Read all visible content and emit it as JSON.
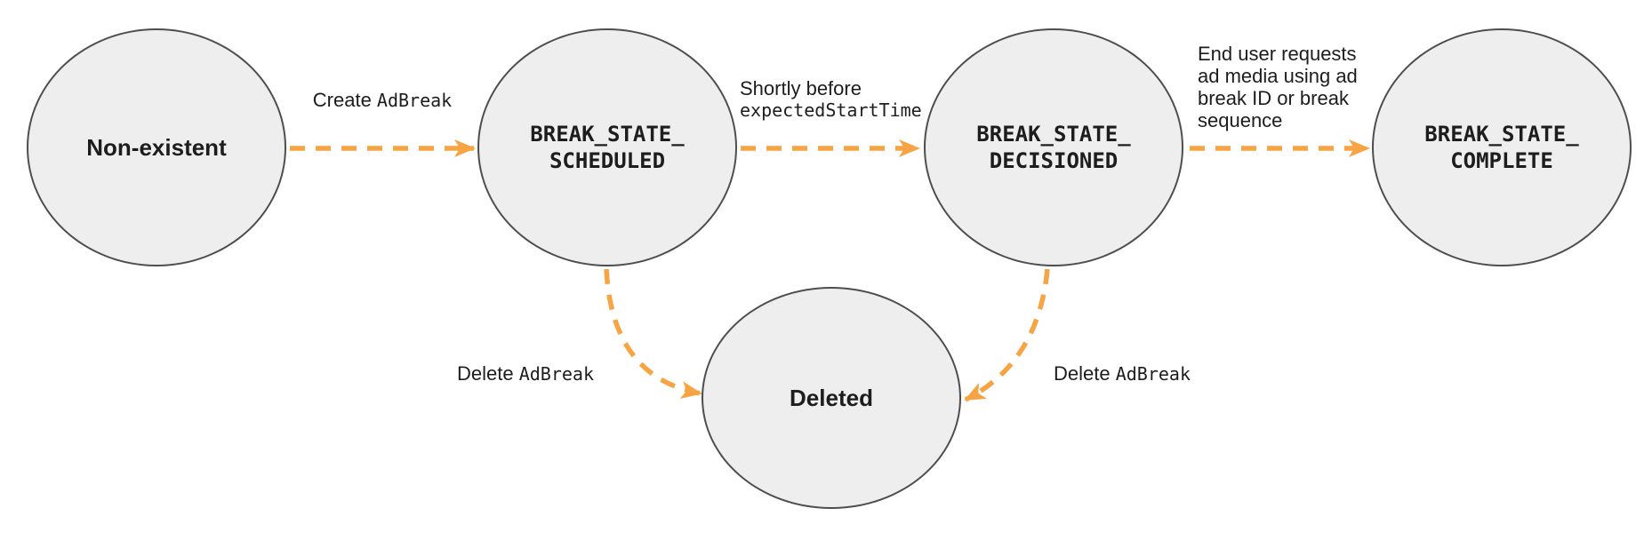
{
  "colors": {
    "arrow_color": "#F7A444",
    "node_fill": "#EEEEEE",
    "node_border": "#4E4E4E",
    "text_color": "#1D1D1D"
  },
  "states": {
    "non_existent": {
      "label": "Non-existent"
    },
    "scheduled": {
      "line1": "BREAK_STATE_",
      "line2": "SCHEDULED"
    },
    "decisioned": {
      "line1": "BREAK_STATE_",
      "line2": "DECISIONED"
    },
    "complete": {
      "line1": "BREAK_STATE_",
      "line2": "COMPLETE"
    },
    "deleted": {
      "label": "Deleted"
    }
  },
  "transitions": {
    "create": {
      "plain": "Create ",
      "code": "AdBreak"
    },
    "shortly": {
      "line1": "Shortly before",
      "line2_code": "expectedStartTime"
    },
    "end_user": {
      "line1": "End user requests",
      "line2": "ad media using ad",
      "line3": "break ID or break",
      "line4": "sequence"
    },
    "delete_left": {
      "plain": "Delete ",
      "code": "AdBreak"
    },
    "delete_right": {
      "plain": "Delete ",
      "code": "AdBreak"
    }
  }
}
